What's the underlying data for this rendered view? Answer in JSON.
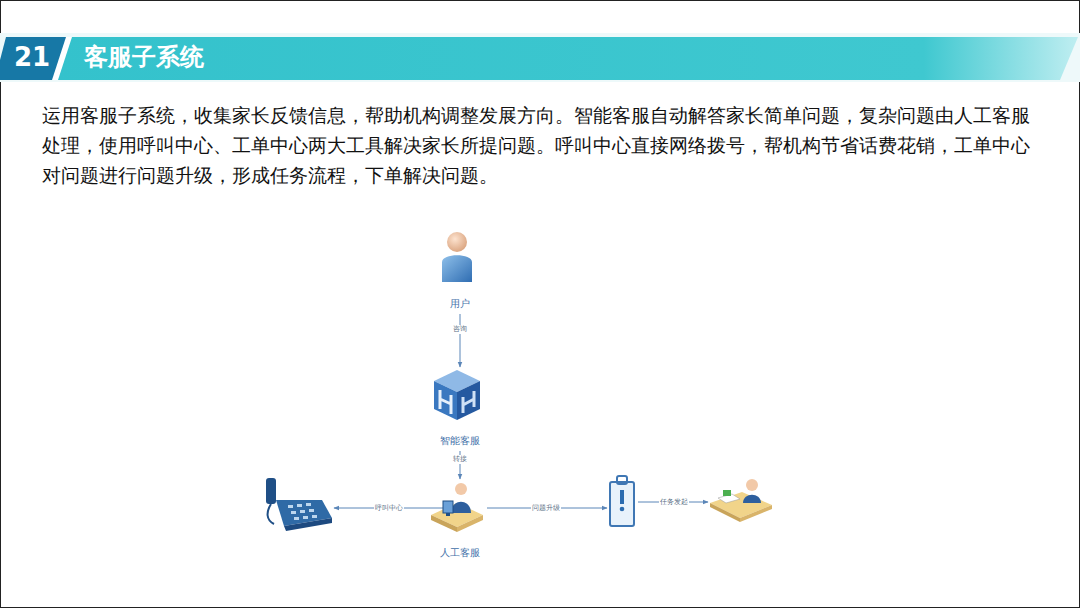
{
  "diagram": {
    "title": "客服子系统",
    "nodes": [
      {
        "text": [
          "用户"
        ]
      },
      {
        "text": [
          "智能客服"
        ]
      },
      {
        "text": [
          "人工客服"
        ]
      }
    ],
    "edges": [
      {
        "from": 0,
        "to": 1,
        "label": "咨询",
        "arrow": "to"
      },
      {
        "from": 1,
        "to": 2,
        "label": "转接",
        "arrow": "to"
      }
    ],
    "labels": [
      "21",
      "运用客服子系统，收集家长反馈信息，帮助机构调整发展方向。智能客服自动解答家长简单问题，复杂问题由人工客服处理，使用呼叫中心、工单中心两大工具解决家长所提问题。呼叫中心直接网络拨号，帮机构节省话费花销，工单中心对问题进行问题升级，形成任务流程，下单解决问题。",
      "呼叫中心",
      "问题升级",
      "任务发起"
    ]
  }
}
